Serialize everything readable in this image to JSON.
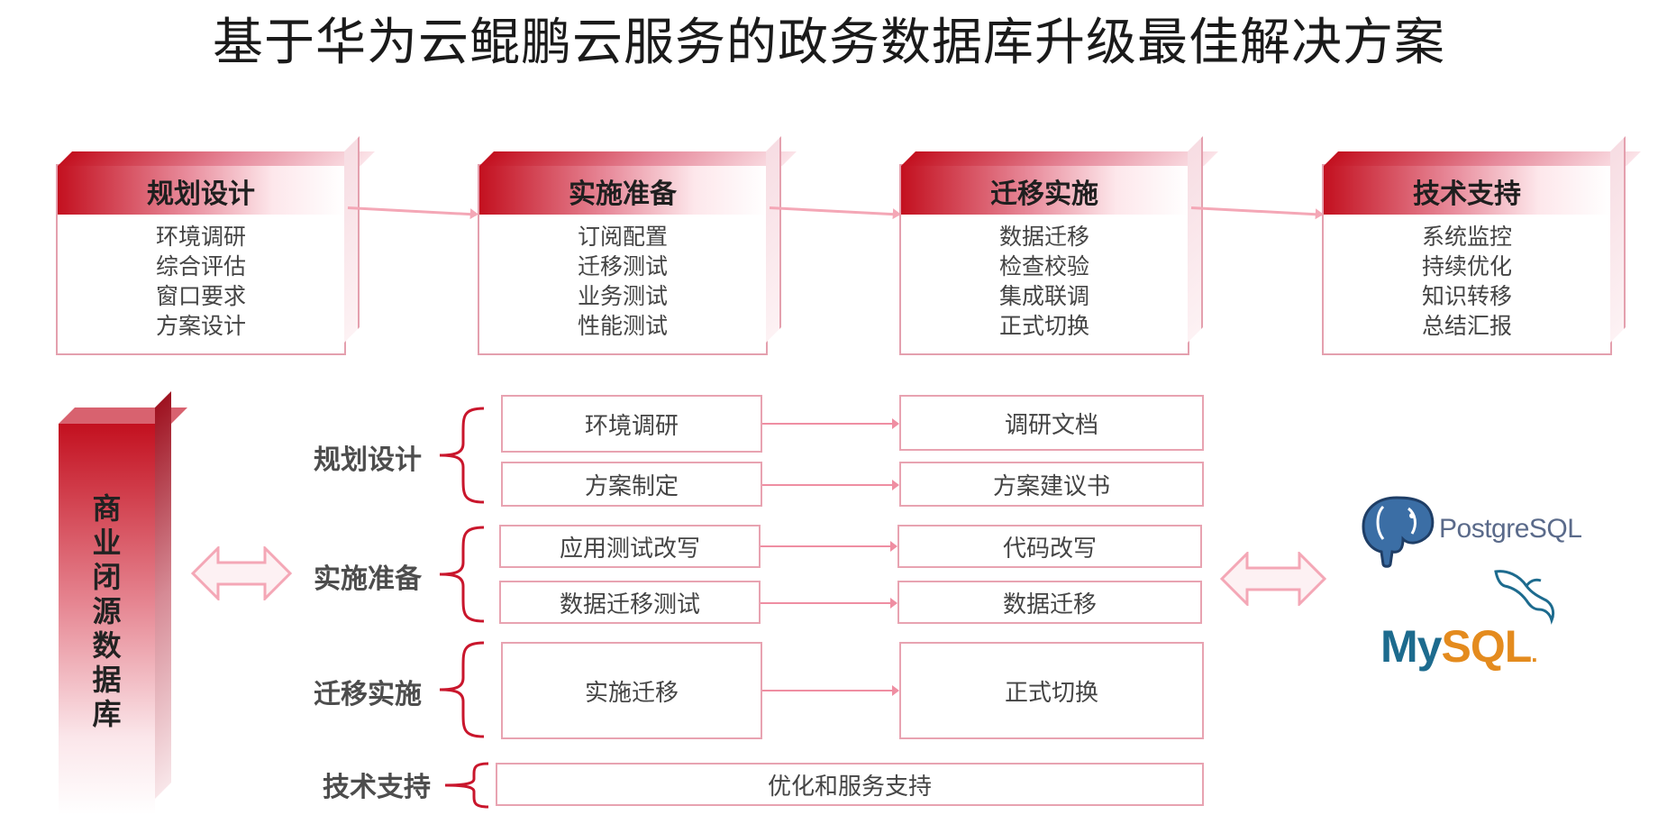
{
  "title": "基于华为云鲲鹏云服务的政务数据库升级最佳解决方案",
  "stages": [
    {
      "name": "规划设计",
      "items": [
        "环境调研",
        "综合评估",
        "窗口要求",
        "方案设计"
      ]
    },
    {
      "name": "实施准备",
      "items": [
        "订阅配置",
        "迁移测试",
        "业务测试",
        "性能测试"
      ]
    },
    {
      "name": "迁移实施",
      "items": [
        "数据迁移",
        "检查校验",
        "集成联调",
        "正式切换"
      ]
    },
    {
      "name": "技术支持",
      "items": [
        "系统监控",
        "持续优化",
        "知识转移",
        "总结汇报"
      ]
    }
  ],
  "source_db": {
    "label_chars": [
      "商",
      "业",
      "闭",
      "源",
      "数",
      "据",
      "库"
    ]
  },
  "groups": [
    {
      "label": "规划设计",
      "tasks": [
        {
          "from": "环境调研",
          "to": "调研文档"
        },
        {
          "from": "方案制定",
          "to": "方案建议书"
        }
      ]
    },
    {
      "label": "实施准备",
      "tasks": [
        {
          "from": "应用测试改写",
          "to": "代码改写"
        },
        {
          "from": "数据迁移测试",
          "to": "数据迁移"
        }
      ]
    },
    {
      "label": "迁移实施",
      "tasks": [
        {
          "from": "实施迁移",
          "to": "正式切换"
        }
      ]
    },
    {
      "label": "技术支持",
      "tasks": [
        {
          "from": "优化和服务支持"
        }
      ]
    }
  ],
  "targets": {
    "postgres": "PostgreSQL",
    "mysql_a": "My",
    "mysql_b": "SQL",
    "mysql_dot": "."
  },
  "colors": {
    "accent": "#c3101f",
    "line": "#e8a3b1",
    "arrow": "#ef8ea2"
  }
}
